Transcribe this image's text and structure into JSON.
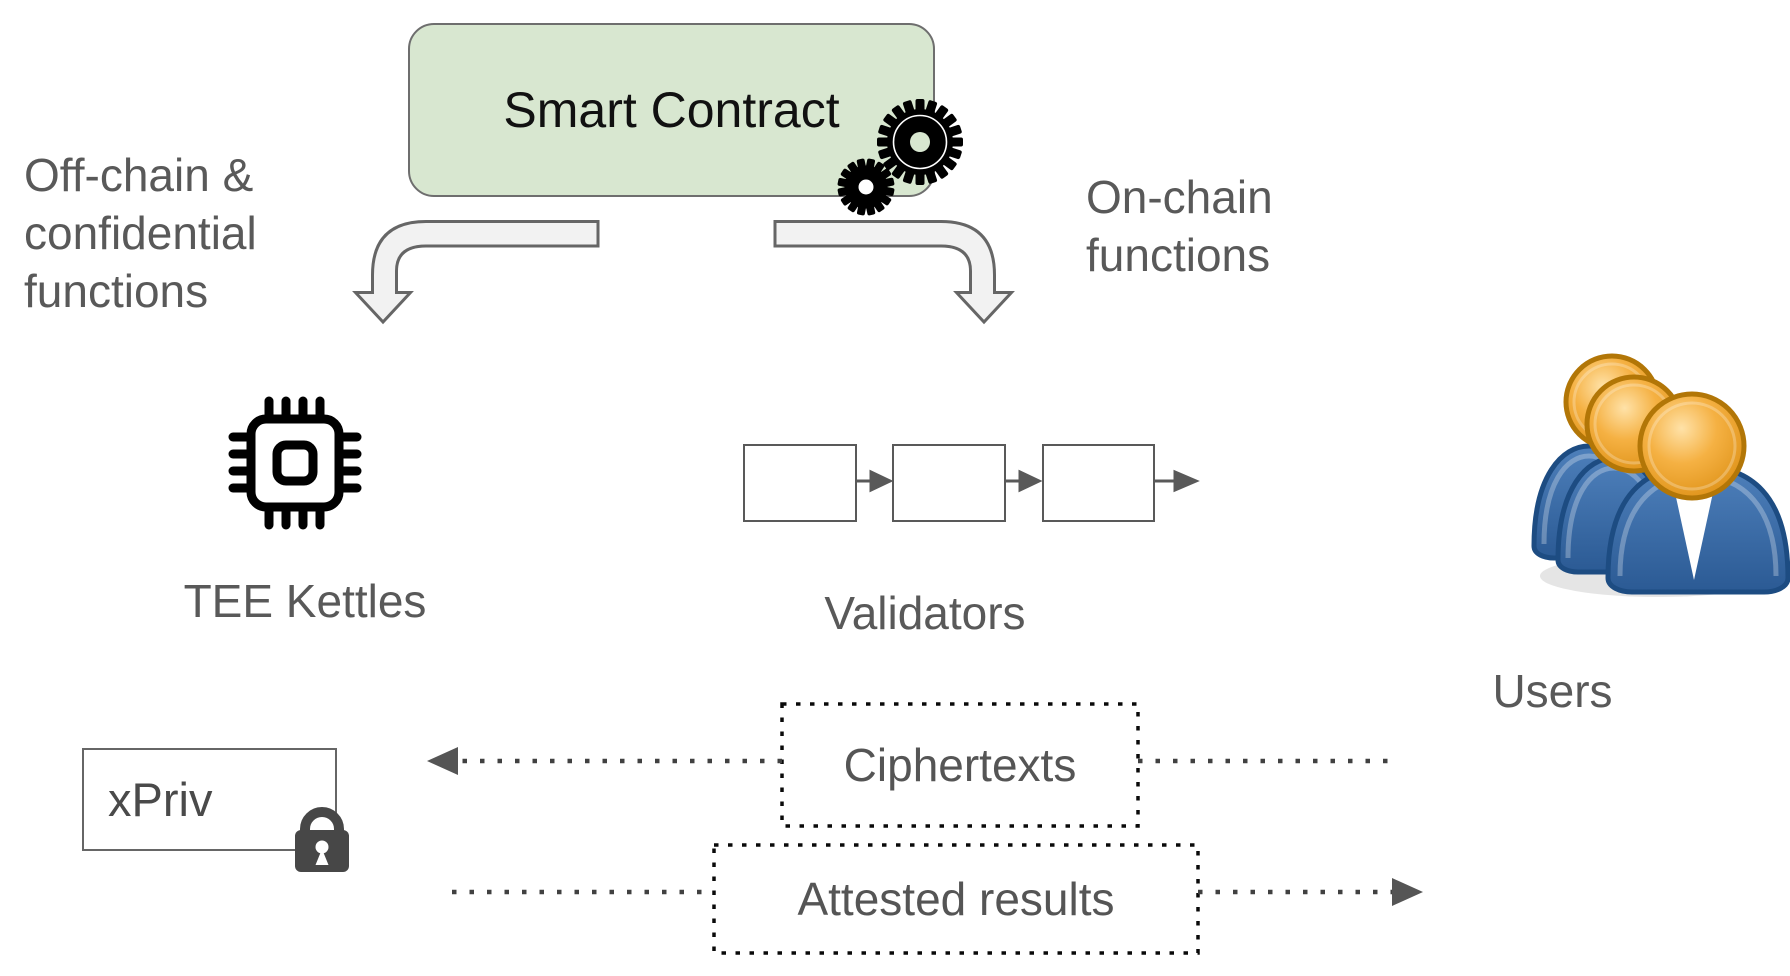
{
  "nodes": {
    "smart_contract": "Smart Contract",
    "off_chain": {
      "lines": [
        "Off-chain &",
        "confidential",
        "functions"
      ]
    },
    "on_chain": {
      "lines": [
        "On-chain",
        "functions"
      ]
    },
    "tee": "TEE Kettles",
    "validators": "Validators",
    "users": "Users",
    "xpriv": "xPriv",
    "ciphertexts": "Ciphertexts",
    "attested_results": "Attested results"
  },
  "icons": {
    "gears": "gears-icon",
    "cpu": "cpu-chip-icon",
    "blockchain": "block-chain",
    "users": "users-group-icon",
    "lock": "padlock-icon"
  },
  "colors": {
    "smart_contract_fill": "#d8e7d0",
    "smart_contract_border": "#6e6e6e",
    "label_gray": "#595959",
    "elbow_arrow_fill": "#f2f2f2",
    "elbow_arrow_stroke": "#666666",
    "block_border": "#595959",
    "dotted_line": "#414141",
    "dotted_box": "#0a0a0a",
    "lock_gray": "#474747",
    "head_orange": "#f0a632",
    "body_blue": "#3567a8"
  }
}
